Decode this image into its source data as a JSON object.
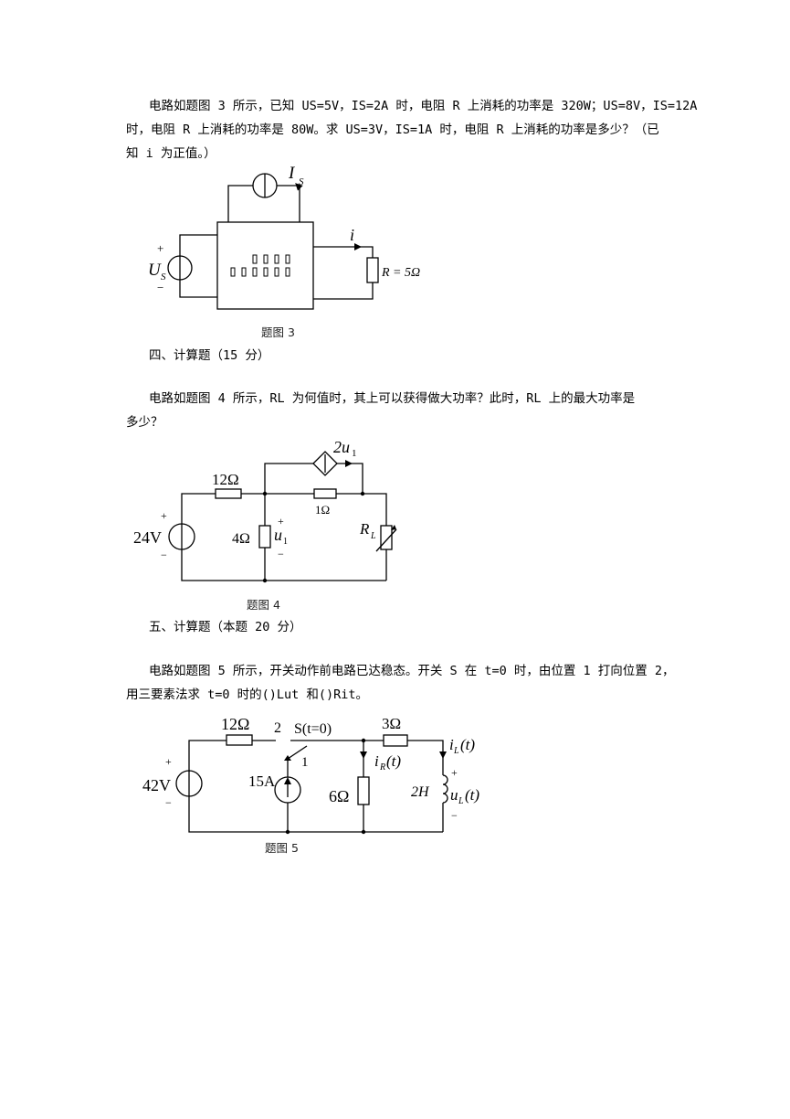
{
  "problem3": {
    "lines": [
      "电路如题图 3 所示，已知 US=5V，IS=2A 时，电阻 R 上消耗的功率是 320W；US=8V，IS=12A",
      "时，电阻 R 上消耗的功率是 80W。求 US=3V，IS=1A 时，电阻 R 上消耗的功率是多少？（已",
      "知 i 为正值。）"
    ],
    "figure": {
      "is_label": "I",
      "is_sub": "S",
      "us_label": "U",
      "us_sub": "S",
      "plus": "+",
      "minus": "−",
      "i_label": "i",
      "r_label": "R = 5Ω",
      "caption": "题图 3"
    }
  },
  "section4": {
    "heading": "四、计算题（15 分）"
  },
  "problem4": {
    "lines": [
      "电路如题图 4 所示，RL 为何值时，其上可以获得做大功率？此时，RL 上的最大功率是",
      "多少？"
    ],
    "figure": {
      "dep_source": "2u",
      "dep_sub": "1",
      "r12": "12Ω",
      "r1": "1Ω",
      "v24": "24V",
      "r4": "4Ω",
      "u1": "u",
      "u1_sub": "1",
      "rl": "R",
      "rl_sub": "L",
      "plus": "+",
      "minus": "−",
      "caption": "题图 4"
    }
  },
  "section5": {
    "heading": "五、计算题（本题 20 分）"
  },
  "problem5": {
    "lines": [
      "电路如题图 5 所示，开关动作前电路已达稳态。开关 S 在 t=0 时，由位置 1 打向位置 2，",
      "用三要素法求 t=0 时的()Lut 和()Rit。"
    ],
    "figure": {
      "r12": "12Ω",
      "pos2": "2",
      "switch": "S(t=0)",
      "pos1": "1",
      "r3": "3Ω",
      "v42": "42V",
      "a15": "15A",
      "r6": "6Ω",
      "ir": "i",
      "ir_sub": "R",
      "ir_t": "(t)",
      "il": "i",
      "il_sub": "L",
      "il_t": "(t)",
      "h2": "2H",
      "ul": "u",
      "ul_sub": "L",
      "ul_t": "(t)",
      "plus": "+",
      "minus": "−",
      "caption": "题图 5"
    }
  }
}
